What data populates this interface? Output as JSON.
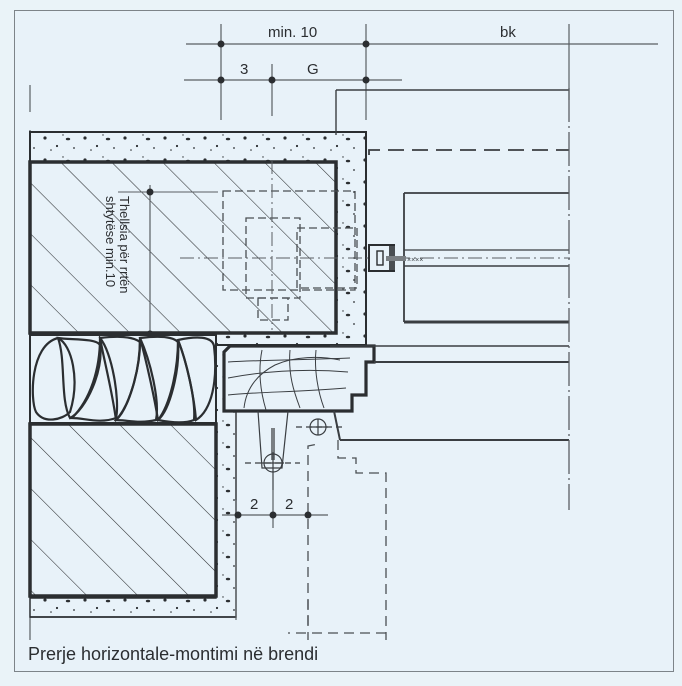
{
  "figure": {
    "caption": "Prerje horizontale-montimi në brendi",
    "dimensions": {
      "top_row_1": {
        "left_label": "min. 10",
        "right_label": "bk"
      },
      "top_row_2": {
        "left_label": "3",
        "right_label": "G"
      },
      "bottom_row": {
        "left_label": "2",
        "right_label": "2"
      }
    },
    "vertical_note": {
      "line1": "Thellsia për rrtën",
      "line2": "shtytëse min.10"
    },
    "materials": [
      "plaster",
      "masonry-hatched",
      "insulation",
      "timber-frame",
      "door-panel",
      "anchor-fixing"
    ],
    "colors": {
      "background": "#e8f2f9",
      "line": "#2b2e31",
      "thin_line": "#5a5f63",
      "frame": "#7d8489"
    }
  }
}
